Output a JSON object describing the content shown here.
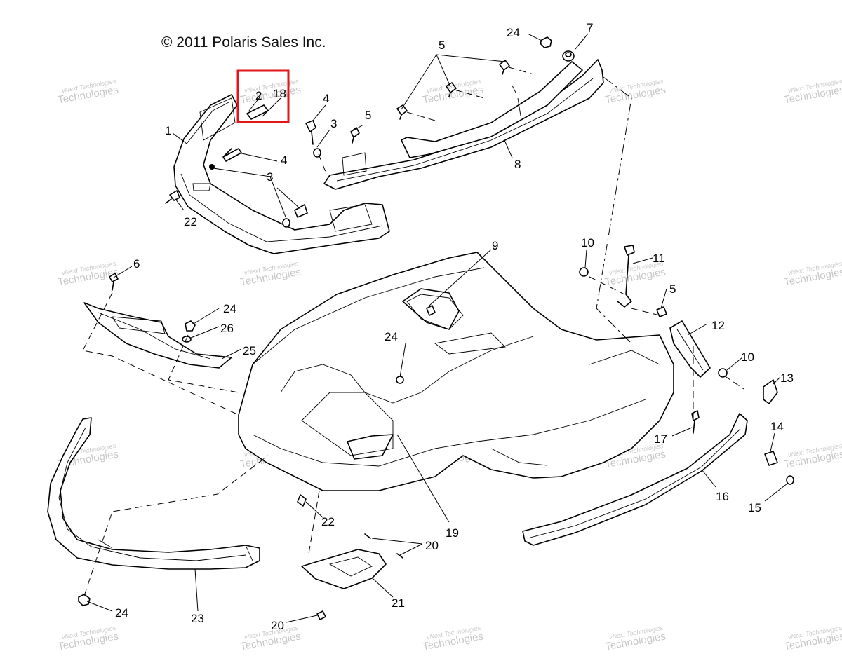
{
  "copyright": "© 2011 Polaris Sales Inc.",
  "watermark": {
    "line1": "vNext Technologies",
    "line2": "Technologies"
  },
  "colors": {
    "highlight": "#e0161b",
    "ink": "#000000",
    "watermark": "#9a9a9a"
  },
  "callouts": [
    {
      "id": "c1",
      "label": "1"
    },
    {
      "id": "c2",
      "label": "2"
    },
    {
      "id": "c18",
      "label": "18"
    },
    {
      "id": "c3a",
      "label": "3"
    },
    {
      "id": "c3b",
      "label": "3"
    },
    {
      "id": "c4a",
      "label": "4"
    },
    {
      "id": "c4b",
      "label": "4"
    },
    {
      "id": "c5a",
      "label": "5"
    },
    {
      "id": "c5b",
      "label": "5"
    },
    {
      "id": "c5c",
      "label": "5"
    },
    {
      "id": "c6",
      "label": "6"
    },
    {
      "id": "c7",
      "label": "7"
    },
    {
      "id": "c8",
      "label": "8"
    },
    {
      "id": "c9",
      "label": "9"
    },
    {
      "id": "c10a",
      "label": "10"
    },
    {
      "id": "c10b",
      "label": "10"
    },
    {
      "id": "c11",
      "label": "11"
    },
    {
      "id": "c12",
      "label": "12"
    },
    {
      "id": "c13",
      "label": "13"
    },
    {
      "id": "c14",
      "label": "14"
    },
    {
      "id": "c15",
      "label": "15"
    },
    {
      "id": "c16",
      "label": "16"
    },
    {
      "id": "c17",
      "label": "17"
    },
    {
      "id": "c19",
      "label": "19"
    },
    {
      "id": "c20a",
      "label": "20"
    },
    {
      "id": "c20b",
      "label": "20"
    },
    {
      "id": "c21",
      "label": "21"
    },
    {
      "id": "c22a",
      "label": "22"
    },
    {
      "id": "c22b",
      "label": "22"
    },
    {
      "id": "c23",
      "label": "23"
    },
    {
      "id": "c24a",
      "label": "24"
    },
    {
      "id": "c24b",
      "label": "24"
    },
    {
      "id": "c24c",
      "label": "24"
    },
    {
      "id": "c24d",
      "label": "24"
    },
    {
      "id": "c25",
      "label": "25"
    },
    {
      "id": "c26",
      "label": "26"
    }
  ]
}
